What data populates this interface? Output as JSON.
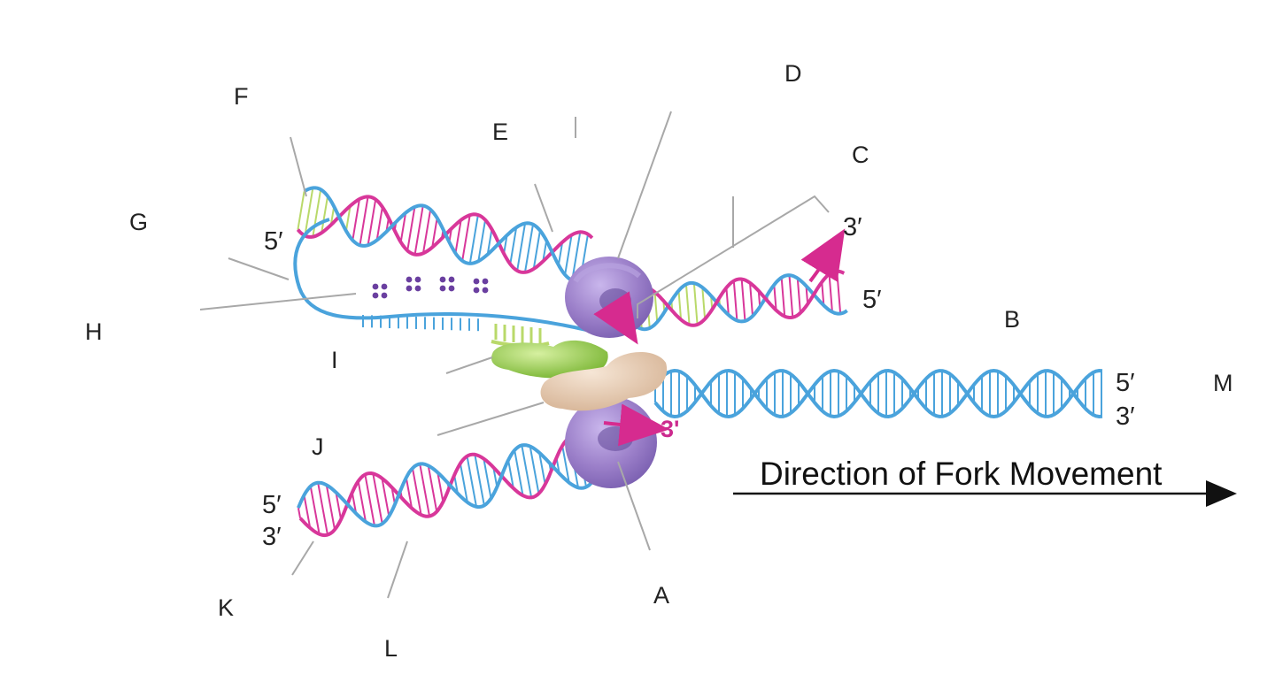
{
  "labels": {
    "A": "A",
    "B": "B",
    "C": "C",
    "D": "D",
    "E": "E",
    "F": "F",
    "G": "G",
    "H": "H",
    "I": "I",
    "J": "J",
    "K": "K",
    "L": "L",
    "M": "M"
  },
  "strand_ends": {
    "top_left_5": "5′",
    "upper_right_3": "3′",
    "upper_right_5": "5′",
    "parent_5": "5′",
    "parent_3": "3′",
    "lower_left_5": "5′",
    "lower_left_3": "3′",
    "leading_3": "3'"
  },
  "direction_text": "Direction of Fork Movement",
  "colors": {
    "blue_strand": "#4aa3dc",
    "pink_strand": "#d8379a",
    "green_primer": "#b9d96a",
    "helicase_purple": "#9b7fc9",
    "clamp_green": "#8cc63f",
    "polymerase_tan": "#e6c9ae",
    "arrow_magenta": "#d62b8f",
    "ssb_dots": "#6a3fa0"
  },
  "icons": {
    "helicase": "purple-ring-icon",
    "clamp_loader": "green-blob-icon",
    "polymerase": "tan-blob-icon"
  }
}
